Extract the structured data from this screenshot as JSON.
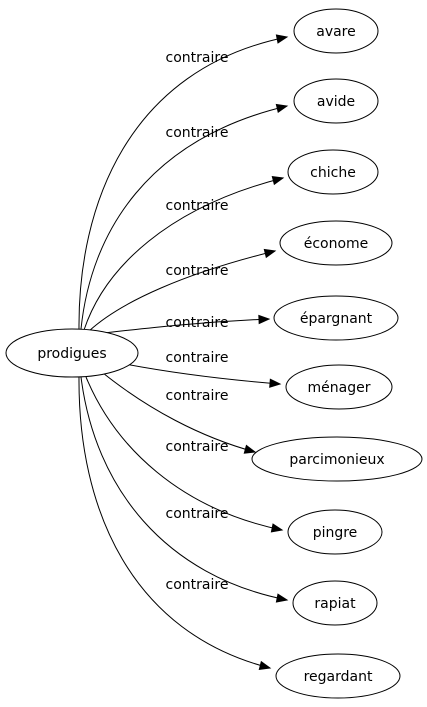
{
  "diagram": {
    "source": {
      "label": "prodigues"
    },
    "edge_label": "contraire",
    "targets": [
      {
        "label": "avare"
      },
      {
        "label": "avide"
      },
      {
        "label": "chiche"
      },
      {
        "label": "économe"
      },
      {
        "label": "épargnant"
      },
      {
        "label": "ménager"
      },
      {
        "label": "parcimonieux"
      },
      {
        "label": "pingre"
      },
      {
        "label": "rapiat"
      },
      {
        "label": "regardant"
      }
    ]
  }
}
